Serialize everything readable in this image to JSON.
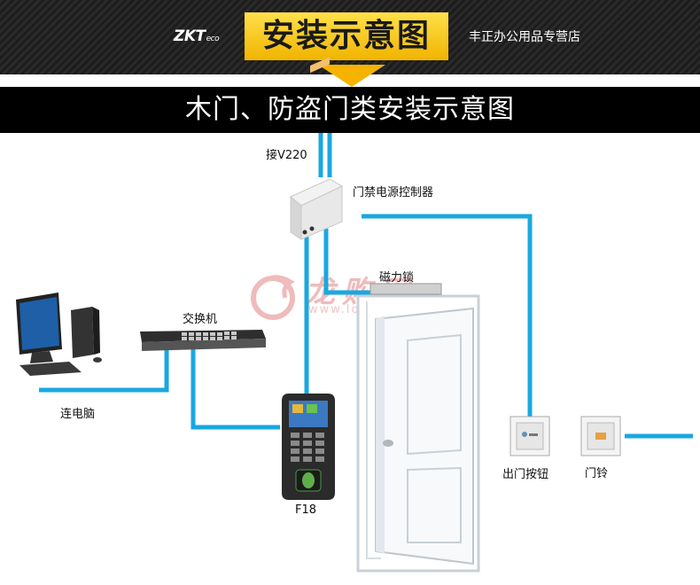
{
  "header": {
    "brand": "ZKT",
    "brand_suffix": "eco",
    "title": "安装示意图",
    "store": "丰正办公用品专营店"
  },
  "banner": {
    "title": "木门、防盗门类安装示意图"
  },
  "labels": {
    "power_in": "接V220",
    "controller": "门禁电源控制器",
    "maglock": "磁力锁",
    "switch": "交换机",
    "pc": "连电脑",
    "reader": "F18",
    "exit_button": "出门按钮",
    "doorbell": "门铃"
  },
  "watermark": {
    "text": "龙购网",
    "url": "www.longou.com"
  },
  "colors": {
    "wire": "#19a8e0",
    "accent": "#f5b300",
    "header_bg": "#1c1c1c"
  }
}
